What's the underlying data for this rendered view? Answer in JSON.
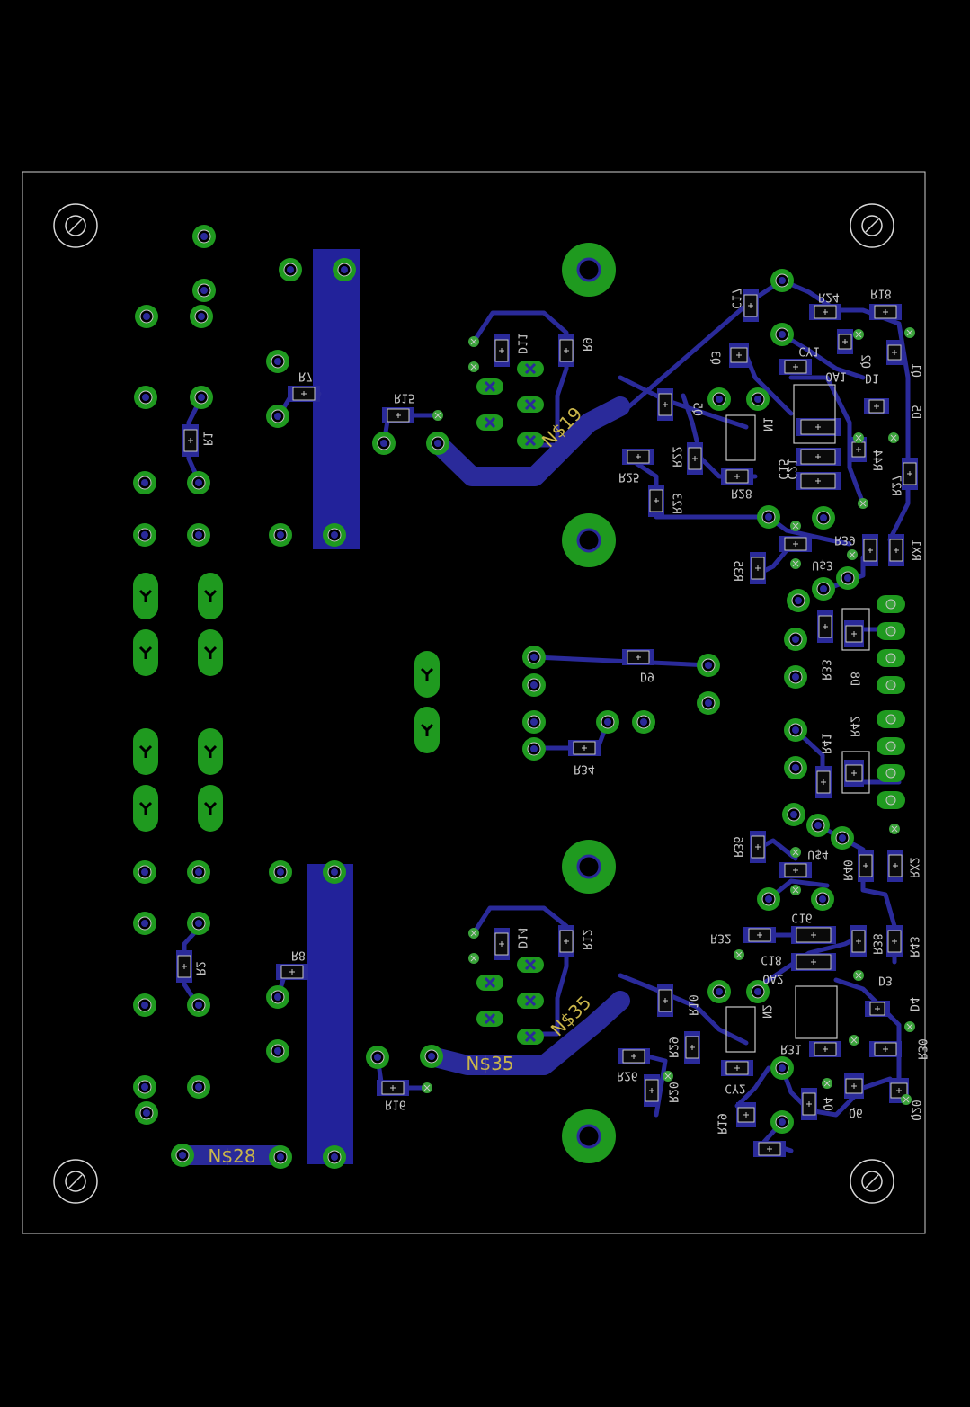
{
  "board": {
    "outline_color": "#cfcfcf",
    "copper_color": "#2a2a9a",
    "pad_color": "#1f9a1f",
    "via_color": "#3aa33a",
    "silk_color": "#c8c8c8",
    "net_label_color": "#c9b54a"
  },
  "net_labels": [
    "N$19",
    "N$35",
    "N$35",
    "N$28"
  ],
  "component_labels": [
    "R1",
    "R2",
    "R7",
    "R8",
    "R15",
    "R16",
    "D11",
    "D14",
    "R9",
    "R12",
    "C17",
    "Q3",
    "R24",
    "R18",
    "CY1",
    "Q2",
    "Q1",
    "OA1",
    "D1",
    "Q5",
    "D5",
    "R44",
    "R27",
    "N1",
    "C15",
    "C21",
    "R22",
    "R25",
    "R28",
    "R23",
    "R39",
    "U$3",
    "R35",
    "RX1",
    "R33",
    "D8",
    "D9",
    "R34",
    "R41",
    "R42",
    "R36",
    "U$4",
    "R40",
    "RX2",
    "C16",
    "R32",
    "C18",
    "R43",
    "R38",
    "OA2",
    "D3",
    "D4",
    "N2",
    "R10",
    "R29",
    "R26",
    "R20",
    "R30",
    "CY2",
    "R31",
    "Q4",
    "Q6",
    "Q20",
    "R19"
  ]
}
